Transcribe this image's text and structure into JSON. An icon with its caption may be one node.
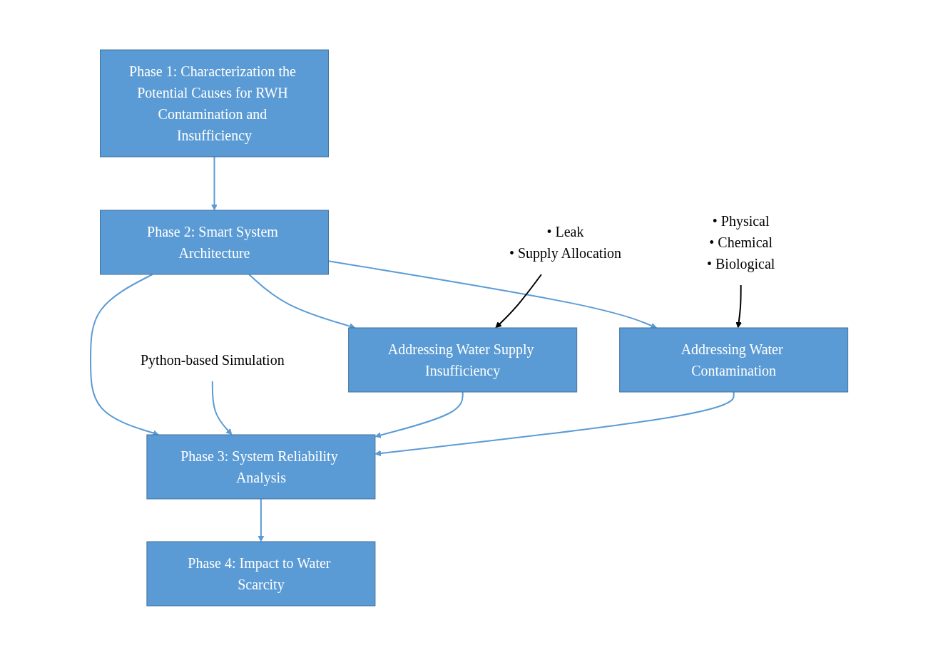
{
  "diagram": {
    "nodes": [
      {
        "text": [
          "Phase 1: Characterization the Potential Causes for RWH Contamination and Insufficiency"
        ]
      },
      {
        "text": [
          "Phase 2: Smart System Architecture"
        ]
      },
      {
        "text": [
          "Addressing Water Supply Insufficiency"
        ]
      },
      {
        "text": [
          "Addressing Water Contamination"
        ]
      },
      {
        "text": [
          "Phase 3: System Reliability Analysis"
        ]
      },
      {
        "text": [
          "Phase 4: Impact to Water Scarcity"
        ]
      },
      {
        "text": [
          "• Leak",
          "• Supply Allocation"
        ]
      },
      {
        "text": [
          "• Physical",
          "• Chemical",
          "• Biological"
        ]
      },
      {
        "text": [
          "Python-based Simulation"
        ]
      }
    ],
    "edges": [
      {
        "from": 0,
        "to": 1,
        "arrow": "to"
      },
      {
        "from": 1,
        "to": 2,
        "arrow": "to"
      },
      {
        "from": 1,
        "to": 4,
        "arrow": "to"
      },
      {
        "from": 1,
        "to": 3,
        "arrow": "to"
      },
      {
        "from": 6,
        "to": 2,
        "arrow": "to",
        "color": "#000000"
      },
      {
        "from": 7,
        "to": 3,
        "arrow": "to",
        "color": "#000000"
      },
      {
        "from": 8,
        "to": 4,
        "arrow": "to"
      },
      {
        "from": 2,
        "to": 4,
        "arrow": "to"
      },
      {
        "from": 3,
        "to": 4,
        "arrow": "to"
      },
      {
        "from": 4,
        "to": 5,
        "arrow": "to"
      }
    ]
  }
}
